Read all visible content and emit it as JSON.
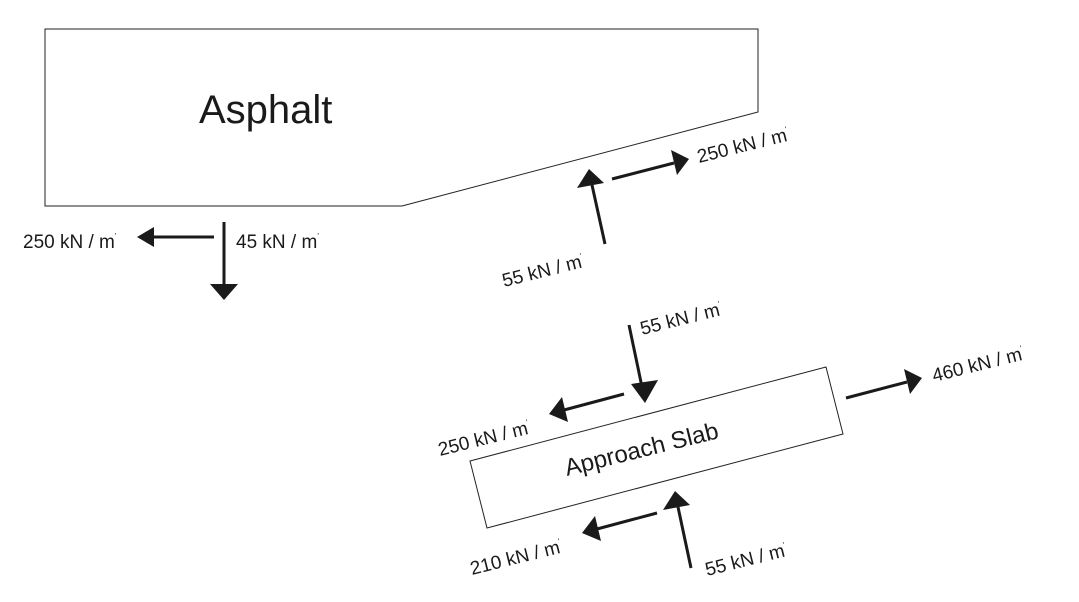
{
  "blocks": {
    "asphalt": "Asphalt",
    "approach_slab": "Approach Slab"
  },
  "forces": {
    "asphalt_left_horizontal": "250 kN / m",
    "asphalt_left_vertical": "45 kN / m",
    "asphalt_right_horizontal": "250 kN / m",
    "asphalt_right_vertical": "55 kN / m",
    "slab_top_vertical": "55 kN / m",
    "slab_top_horizontal": "250 kN / m",
    "slab_right_horizontal": "460 kN / m",
    "slab_bottom_horizontal": "210 kN / m",
    "slab_bottom_vertical": "55 kN / m"
  },
  "unit_superscript": "'"
}
